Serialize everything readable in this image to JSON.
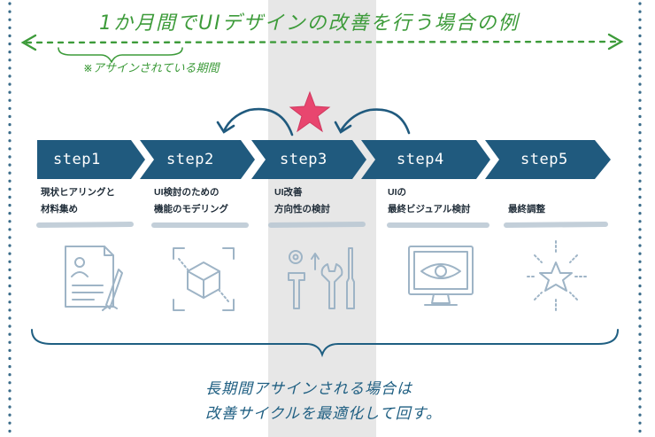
{
  "title": "1か月間でUIデザインの改善を行う場合の例",
  "subnote": "※アサインされている期間",
  "accent_colors": {
    "arrow_fill": "#205a7e",
    "step_text": "#ffffff",
    "handwriting_green": "#3d9b3a",
    "handwriting_blue": "#1f5f82",
    "star": "#e8466f",
    "icon_stroke": "#9eb4c6"
  },
  "steps": [
    {
      "label": "step1",
      "lines": [
        "現状ヒアリングと",
        "材料集め"
      ],
      "icon": "document-person-icon"
    },
    {
      "label": "step2",
      "lines": [
        "UI検討のための",
        "機能のモデリング"
      ],
      "icon": "cube-frame-icon"
    },
    {
      "label": "step3",
      "lines": [
        "UI改善",
        "方向性の検討"
      ],
      "icon": "tools-icon"
    },
    {
      "label": "step4",
      "lines": [
        "UIの",
        "最終ビジュアル検討"
      ],
      "icon": "monitor-eye-icon"
    },
    {
      "label": "step5",
      "lines": [
        "最終調整"
      ],
      "icon": "sparkle-star-icon"
    }
  ],
  "bottom_text": [
    "長期間アサインされる場合は",
    "改善サイクルを最適化して回す。"
  ]
}
